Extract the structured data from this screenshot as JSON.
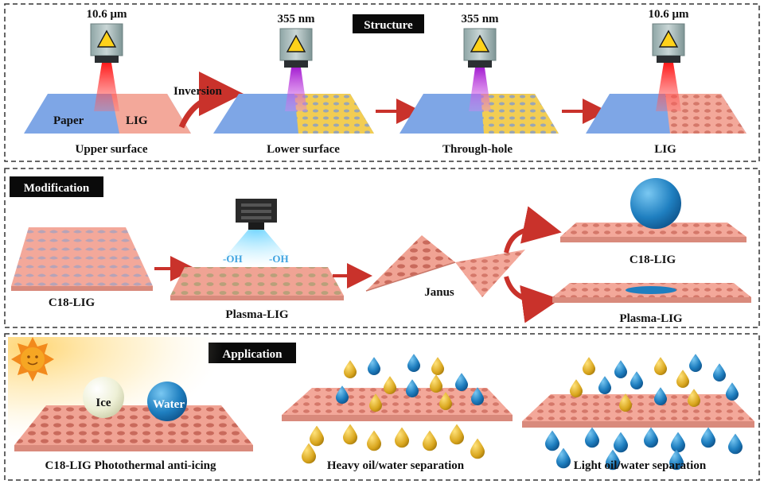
{
  "structure": {
    "header": "Structure",
    "wavelengths": [
      "10.6 μm",
      "355 nm",
      "355 nm",
      "10.6 μm"
    ],
    "paper_label": "Paper",
    "lig_label": "LIG",
    "inversion_label": "Inversion",
    "captions": [
      "Upper surface",
      "Lower surface",
      "Through-hole",
      "LIG"
    ]
  },
  "modification": {
    "header": "Modification",
    "oh_label": "-OH",
    "captions": [
      "C18-LIG",
      "Plasma-LIG",
      "Janus",
      "C18-LIG",
      "Plasma-LIG"
    ]
  },
  "application": {
    "header": "Application",
    "ice_label": "Ice",
    "water_label": "Water",
    "captions": [
      "C18-LIG Photothermal anti-icing",
      "Heavy oil/water separation",
      "Light oil/water separation"
    ]
  },
  "colors": {
    "paper_blue": "#7ea6e6",
    "lig_pink": "#f3a89a",
    "water_blue": "#1f7fc0",
    "oil_amber": "#d9a61e",
    "laser_red": "#ff2a2a",
    "laser_uv": "#c23ad6",
    "arrow_red": "#c9322b"
  }
}
